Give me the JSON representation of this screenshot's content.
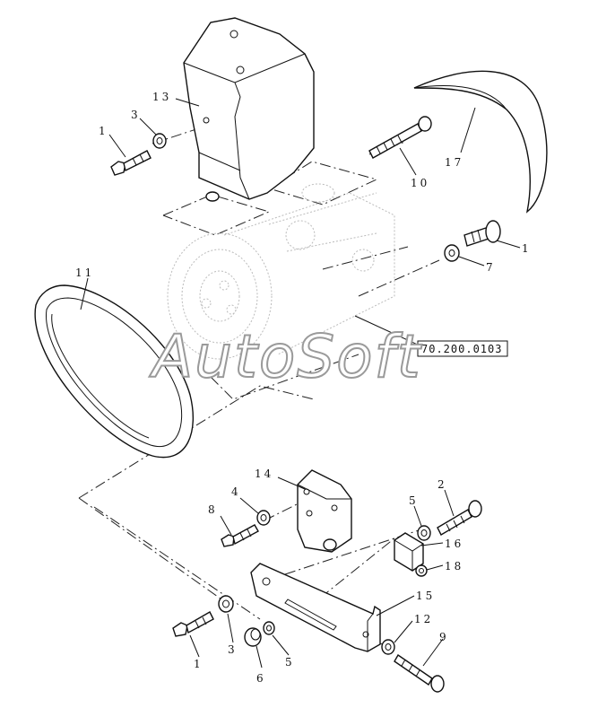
{
  "callouts": {
    "c1_top": "1",
    "c3_top": "3",
    "c13": "13",
    "c10": "10",
    "c17": "17",
    "c1_right": "1",
    "c7": "7",
    "c11": "11",
    "c14": "14",
    "c4": "4",
    "c8": "8",
    "c5_right": "5",
    "c2": "2",
    "c16": "16",
    "c18": "18",
    "c15": "15",
    "c12": "12",
    "c9": "9",
    "c1_bottom": "1",
    "c3_bottom": "3",
    "c6": "6",
    "c5_bottom": "5"
  },
  "reference_code": "70.200.0103",
  "watermark": "AutoSoft"
}
